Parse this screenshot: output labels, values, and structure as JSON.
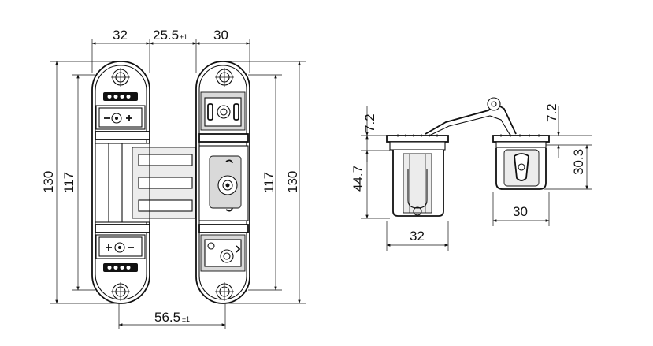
{
  "dimensions": {
    "top_left_width": "32",
    "top_gap": "25.5",
    "top_gap_tolerance": "±1",
    "top_right_width": "30",
    "left_outer_height": "130",
    "left_inner_height": "117",
    "right_inner_height": "117",
    "right_outer_height": "130",
    "bottom_centers": "56.5",
    "bottom_centers_tolerance": "±1",
    "side_top_offset_left": "7.2",
    "side_top_offset_right": "7.2",
    "side_total_depth": "44.7",
    "side_body_depth": "30.3",
    "side_left_width": "32",
    "side_right_width": "30"
  },
  "colors": {
    "line": "#111111",
    "fill_gray": "#d9d9d9",
    "background": "#ffffff"
  }
}
